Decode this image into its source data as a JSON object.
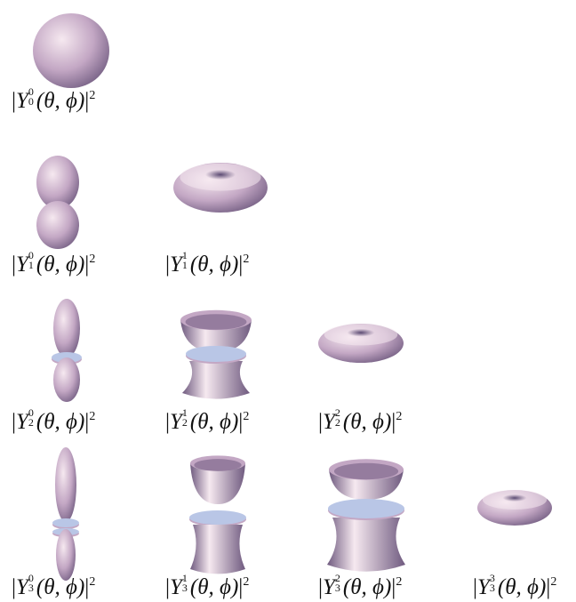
{
  "figure": {
    "title": "",
    "panels": [
      {
        "l": 0,
        "m": 0,
        "label": {
          "open": "|",
          "base": "Y",
          "sup": "0",
          "sub": "0",
          "args": "(θ, ϕ)",
          "close": "|",
          "pow": "2"
        }
      },
      {
        "l": 1,
        "m": 0,
        "label": {
          "open": "|",
          "base": "Y",
          "sup": "0",
          "sub": "1",
          "args": "(θ, ϕ)",
          "close": "|",
          "pow": "2"
        }
      },
      {
        "l": 1,
        "m": 1,
        "label": {
          "open": "|",
          "base": "Y",
          "sup": "1",
          "sub": "1",
          "args": "(θ, ϕ)",
          "close": "|",
          "pow": "2"
        }
      },
      {
        "l": 2,
        "m": 0,
        "label": {
          "open": "|",
          "base": "Y",
          "sup": "0",
          "sub": "2",
          "args": "(θ, ϕ)",
          "close": "|",
          "pow": "2"
        }
      },
      {
        "l": 2,
        "m": 1,
        "label": {
          "open": "|",
          "base": "Y",
          "sup": "1",
          "sub": "2",
          "args": "(θ, ϕ)",
          "close": "|",
          "pow": "2"
        }
      },
      {
        "l": 2,
        "m": 2,
        "label": {
          "open": "|",
          "base": "Y",
          "sup": "2",
          "sub": "2",
          "args": "(θ, ϕ)",
          "close": "|",
          "pow": "2"
        }
      },
      {
        "l": 3,
        "m": 0,
        "label": {
          "open": "|",
          "base": "Y",
          "sup": "0",
          "sub": "3",
          "args": "(θ, ϕ)",
          "close": "|",
          "pow": "2"
        }
      },
      {
        "l": 3,
        "m": 1,
        "label": {
          "open": "|",
          "base": "Y",
          "sup": "1",
          "sub": "3",
          "args": "(θ, ϕ)",
          "close": "|",
          "pow": "2"
        }
      },
      {
        "l": 3,
        "m": 2,
        "label": {
          "open": "|",
          "base": "Y",
          "sup": "2",
          "sub": "3",
          "args": "(θ, ϕ)",
          "close": "|",
          "pow": "2"
        }
      },
      {
        "l": 3,
        "m": 3,
        "label": {
          "open": "|",
          "base": "Y",
          "sup": "3",
          "sub": "3",
          "args": "(θ, ϕ)",
          "close": "|",
          "pow": "2"
        }
      }
    ],
    "colors": {
      "surface_light": "#f6e9f0",
      "surface_mid": "#c3a7c4",
      "surface_dark": "#6f5a7f",
      "ring": "#b9c6e6",
      "text": "#111111"
    }
  }
}
